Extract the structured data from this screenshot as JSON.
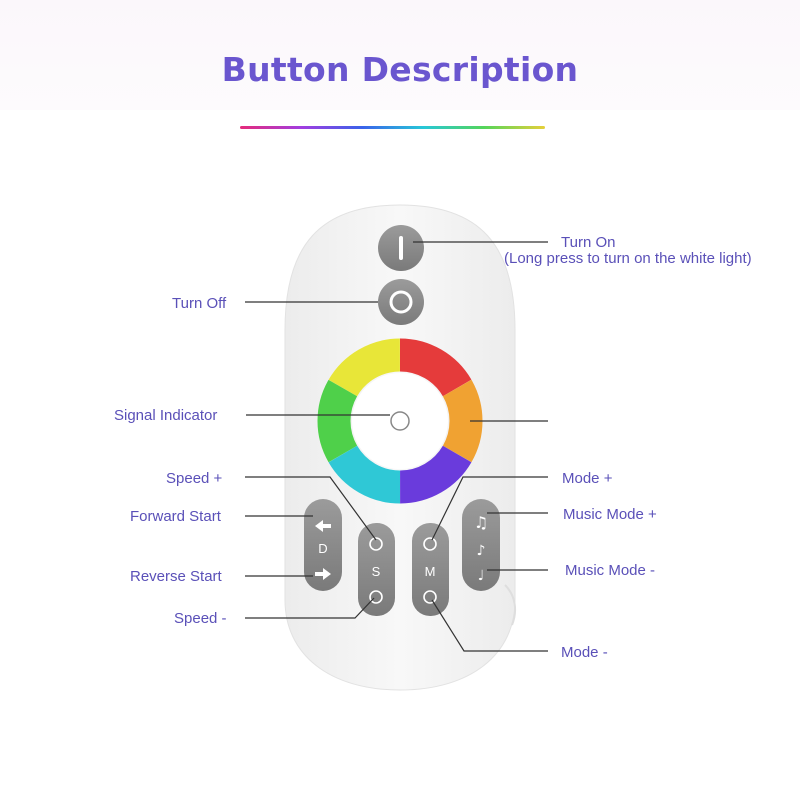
{
  "title": "Button Description",
  "labels": {
    "turn_on": "Turn On",
    "turn_on_note": "(Long press to turn on the white light)",
    "turn_off": "Turn Off",
    "signal_indicator": "Signal Indicator",
    "speed_plus": "Speed +",
    "forward_start": "Forward Start",
    "reverse_start": "Reverse Start",
    "speed_minus": "Speed -",
    "mode_plus": "Mode +",
    "music_mode_plus": "Music Mode +",
    "music_mode_minus": "Music Mode -",
    "mode_minus": "Mode -"
  },
  "remote": {
    "key_d": "D",
    "key_s": "S",
    "key_m": "M"
  },
  "colors": {
    "title": "#6a56cf",
    "label": "#5a50b8",
    "remote_body": "#f4f4f4",
    "button": "#8a8a8a"
  }
}
